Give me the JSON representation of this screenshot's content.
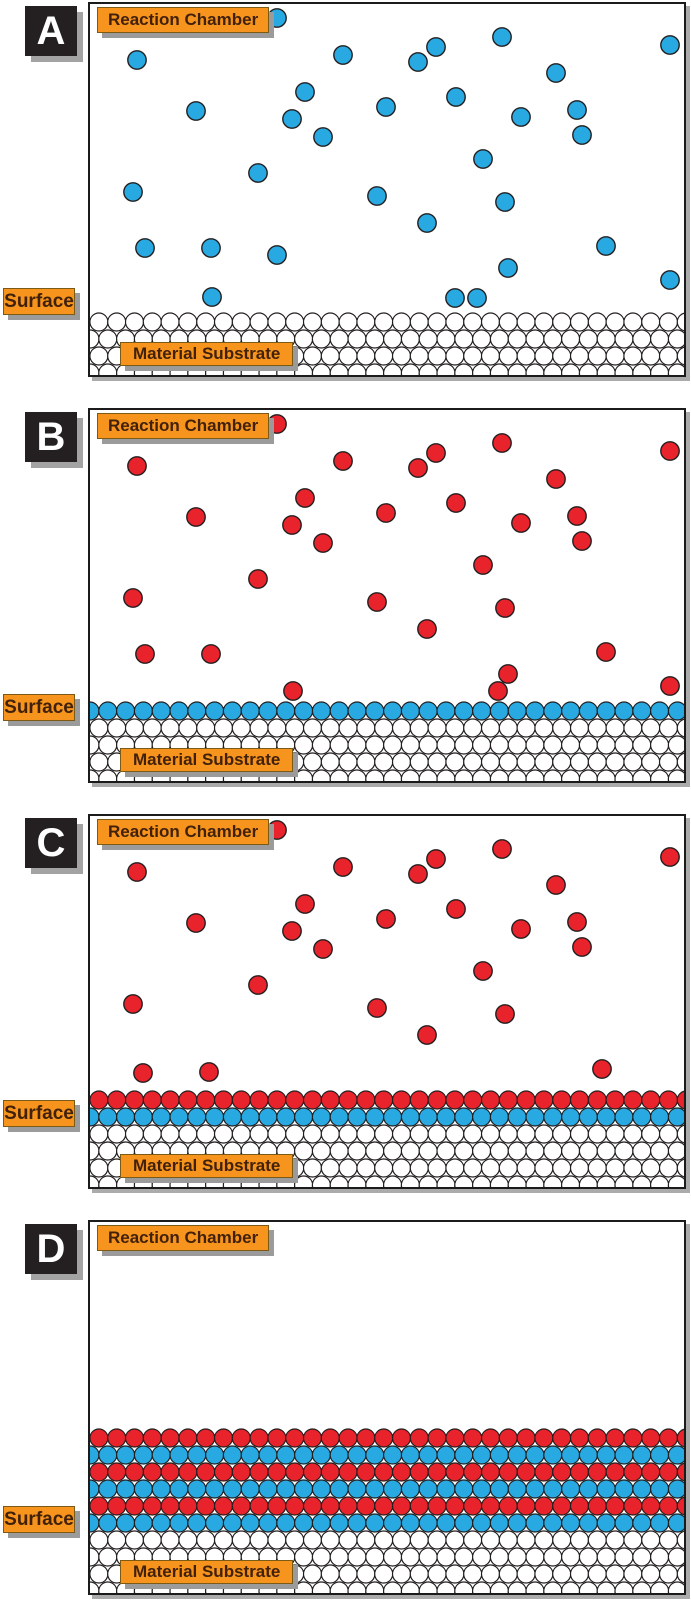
{
  "labels": {
    "reaction_chamber": "Reaction Chamber",
    "surface": "Surface",
    "material_substrate": "Material Substrate"
  },
  "colors": {
    "blue": "#29A9E1",
    "red": "#E8232B",
    "white": "#FFFFFF",
    "outline": "#231F20",
    "orange_label": "#F7941D",
    "label_text": "#42210B",
    "letter_box_bg": "#241F20",
    "letter_color": "#FFFFFF",
    "shadow_gray": "#9B9B9B",
    "panel_border": "#1B1B1B"
  },
  "panels": [
    {
      "letter": "A",
      "gas_color": "blue",
      "deposited_layers": [],
      "substrate_rows": 4,
      "particles": [
        [
          189,
          16
        ],
        [
          49,
          58
        ],
        [
          255,
          53
        ],
        [
          414,
          35
        ],
        [
          348,
          45
        ],
        [
          330,
          60
        ],
        [
          582,
          43
        ],
        [
          468,
          71
        ],
        [
          108,
          109
        ],
        [
          217,
          90
        ],
        [
          204,
          117
        ],
        [
          235,
          135
        ],
        [
          298,
          105
        ],
        [
          368,
          95
        ],
        [
          433,
          115
        ],
        [
          489,
          108
        ],
        [
          494,
          133
        ],
        [
          45,
          190
        ],
        [
          170,
          171
        ],
        [
          395,
          157
        ],
        [
          289,
          194
        ],
        [
          417,
          200
        ],
        [
          57,
          246
        ],
        [
          123,
          246
        ],
        [
          189,
          253
        ],
        [
          339,
          221
        ],
        [
          518,
          244
        ],
        [
          420,
          266
        ],
        [
          582,
          278
        ],
        [
          367,
          296
        ],
        [
          389,
          296
        ],
        [
          124,
          295
        ]
      ]
    },
    {
      "letter": "B",
      "gas_color": "red",
      "deposited_layers": [
        "blue"
      ],
      "substrate_rows": 4,
      "particles": [
        [
          189,
          16
        ],
        [
          49,
          58
        ],
        [
          255,
          53
        ],
        [
          414,
          35
        ],
        [
          348,
          45
        ],
        [
          330,
          60
        ],
        [
          582,
          43
        ],
        [
          468,
          71
        ],
        [
          108,
          109
        ],
        [
          217,
          90
        ],
        [
          204,
          117
        ],
        [
          235,
          135
        ],
        [
          298,
          105
        ],
        [
          368,
          95
        ],
        [
          433,
          115
        ],
        [
          489,
          108
        ],
        [
          494,
          133
        ],
        [
          45,
          190
        ],
        [
          170,
          171
        ],
        [
          395,
          157
        ],
        [
          289,
          194
        ],
        [
          417,
          200
        ],
        [
          57,
          246
        ],
        [
          123,
          246
        ],
        [
          339,
          221
        ],
        [
          518,
          244
        ],
        [
          420,
          266
        ],
        [
          582,
          278
        ],
        [
          205,
          283
        ],
        [
          410,
          283
        ]
      ]
    },
    {
      "letter": "C",
      "gas_color": "red",
      "deposited_layers": [
        "red",
        "blue"
      ],
      "substrate_rows": 4,
      "particles": [
        [
          189,
          16
        ],
        [
          49,
          58
        ],
        [
          255,
          53
        ],
        [
          414,
          35
        ],
        [
          348,
          45
        ],
        [
          330,
          60
        ],
        [
          582,
          43
        ],
        [
          468,
          71
        ],
        [
          108,
          109
        ],
        [
          217,
          90
        ],
        [
          204,
          117
        ],
        [
          235,
          135
        ],
        [
          298,
          105
        ],
        [
          368,
          95
        ],
        [
          433,
          115
        ],
        [
          489,
          108
        ],
        [
          494,
          133
        ],
        [
          45,
          190
        ],
        [
          170,
          171
        ],
        [
          395,
          157
        ],
        [
          289,
          194
        ],
        [
          417,
          200
        ],
        [
          55,
          259
        ],
        [
          121,
          258
        ],
        [
          339,
          221
        ],
        [
          514,
          255
        ]
      ]
    },
    {
      "letter": "D",
      "gas_color": null,
      "deposited_layers": [
        "red",
        "blue",
        "red",
        "blue",
        "red",
        "blue"
      ],
      "substrate_rows": 4,
      "particles": []
    }
  ]
}
